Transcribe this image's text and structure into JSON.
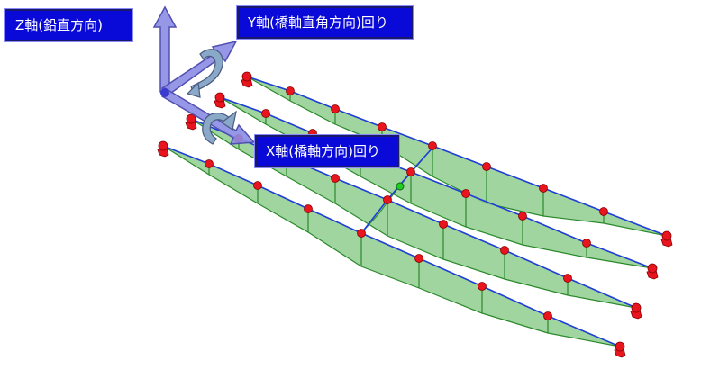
{
  "labels": {
    "z_axis": "Z軸(鉛直方向)",
    "y_axis": "Y軸(橋軸直角方向)回り",
    "x_axis": "X軸(橋軸方向)回り"
  },
  "colors": {
    "label_bg": "#0a0ad8",
    "label_text": "#ffffff",
    "beam_line": "#1f3fd8",
    "moment_fill": "#8fce8f",
    "moment_edge": "#2a8a2a",
    "node": "#e8141e",
    "selected_node": "#22cc22",
    "axis_arrow": "#8c8ce6"
  },
  "icons": {
    "support": "fixed-support-icon",
    "rotation": "rotation-arrow-icon",
    "axis": "axis-arrow-icon"
  }
}
